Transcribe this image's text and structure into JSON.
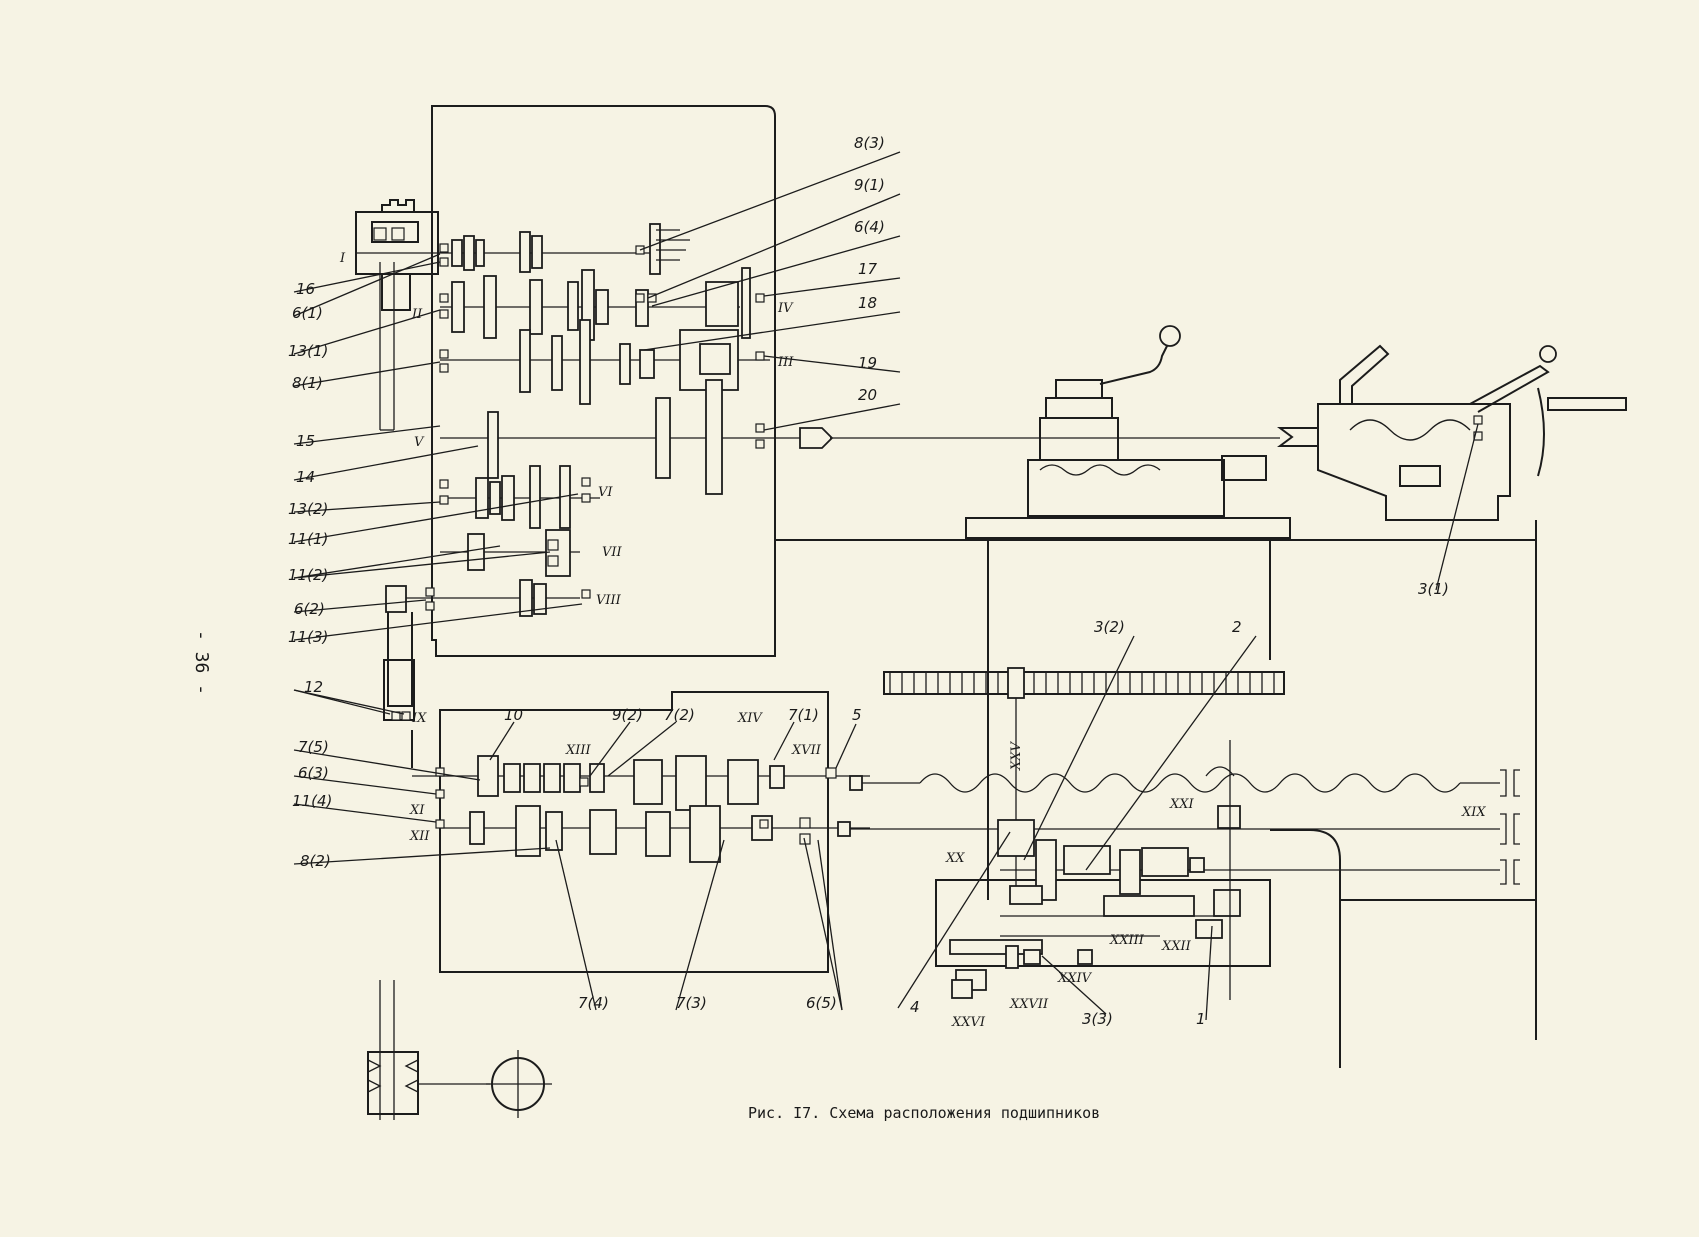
{
  "page_number": "- 36 -",
  "caption": "Рис. I7. Схема расположения подшипников",
  "callouts_left": [
    "16",
    "6(1)",
    "13(1)",
    "8(1)",
    "15",
    "14",
    "13(2)",
    "11(1)",
    "11(2)",
    "6(2)",
    "11(3)",
    "12",
    "7(5)",
    "6(3)",
    "11(4)",
    "8(2)"
  ],
  "callouts_right": [
    "8(3)",
    "9(1)",
    "6(4)",
    "17",
    "18",
    "19",
    "20"
  ],
  "callouts_apron": [
    "10",
    "9(2)",
    "7(2)",
    "7(1)",
    "5",
    "7(4)",
    "7(3)",
    "6(5)",
    "3(2)",
    "2",
    "3(1)",
    "4",
    "3(3)",
    "1"
  ],
  "shafts": [
    "I",
    "II",
    "III",
    "IV",
    "V",
    "VI",
    "VII",
    "VIII",
    "IX",
    "XI",
    "XII",
    "XIII",
    "XIV",
    "XVII",
    "XIX",
    "XX",
    "XXI",
    "XXII",
    "XXIII",
    "XXIV",
    "XXV",
    "XXVI",
    "XXVII"
  ]
}
